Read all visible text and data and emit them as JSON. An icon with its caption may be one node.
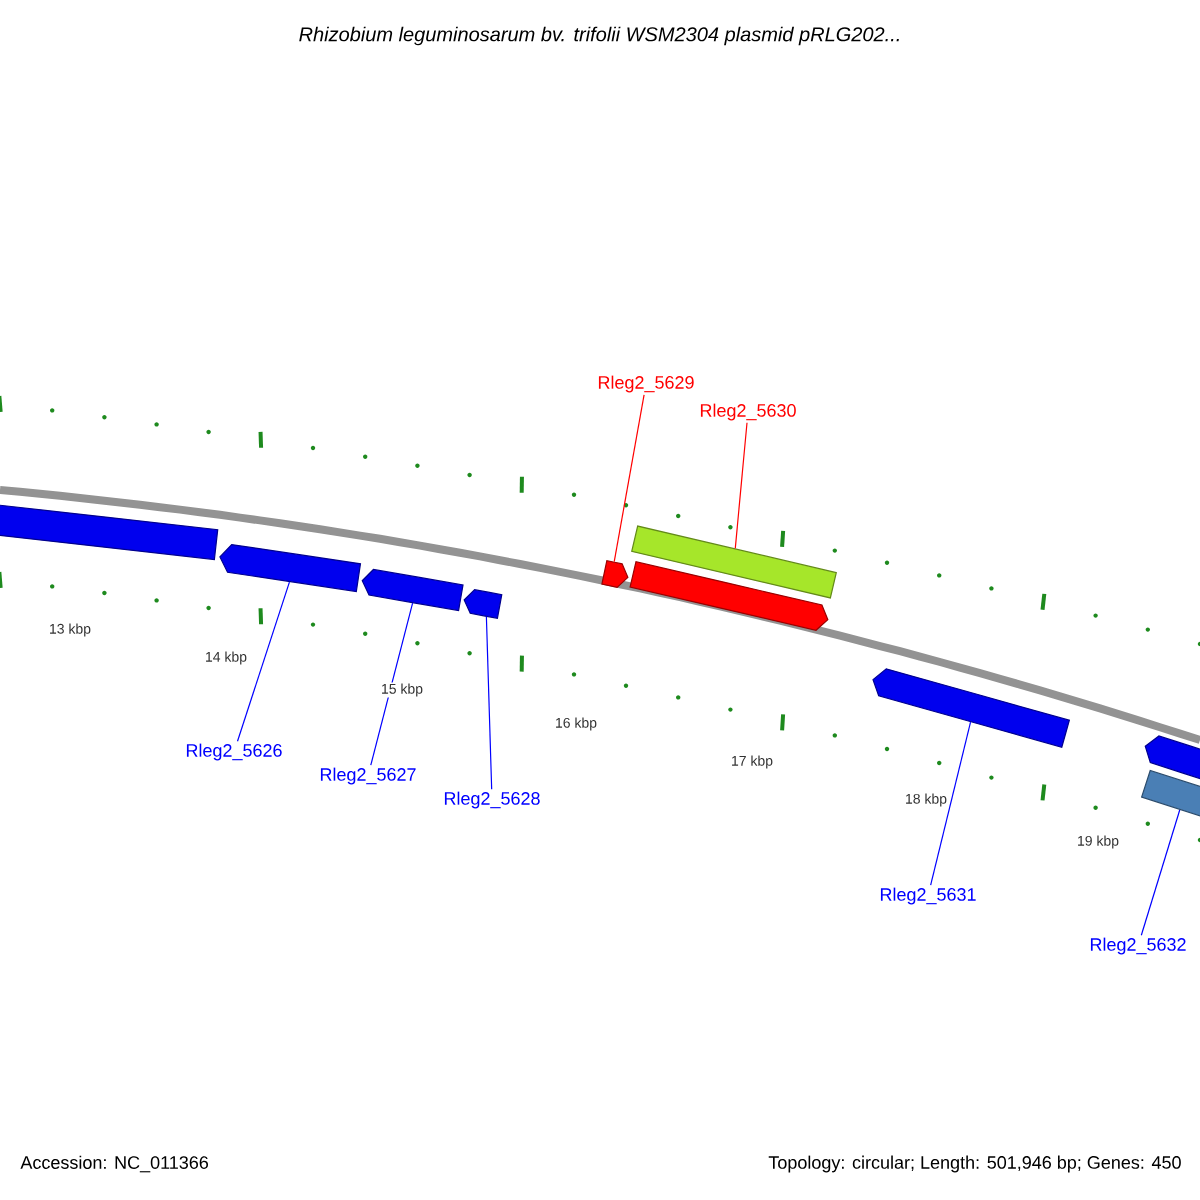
{
  "diagram": {
    "title": "Rhizobium leguminosarum bv. trifolii WSM2304 plasmid pRLG202...",
    "nodes": [
      {
        "text": [],
        "shape": "bar"
      },
      {
        "text": [],
        "shape": "bar"
      },
      {
        "text": [],
        "shape": "bar"
      },
      {
        "text": [],
        "shape": "bar"
      },
      {
        "text": [],
        "shape": "bar"
      },
      {
        "text": [],
        "shape": "bar"
      },
      {
        "text": [],
        "shape": "bar"
      },
      {
        "text": [],
        "shape": "bar"
      },
      {
        "text": [],
        "shape": "bar"
      },
      {
        "text": [],
        "shape": "bar"
      },
      {
        "text": [
          "Rleg2_5629"
        ]
      },
      {
        "text": [
          "Rleg2_5630"
        ]
      },
      {
        "text": [
          "Rleg2_5626"
        ]
      },
      {
        "text": [
          "Rleg2_5627"
        ]
      },
      {
        "text": [
          "Rleg2_5628"
        ]
      },
      {
        "text": [
          "Rleg2_5631"
        ]
      },
      {
        "text": [
          "Rleg2_5632"
        ]
      }
    ],
    "edges": [
      {
        "from": 10,
        "to": 4,
        "arrow": "none",
        "color": "#ff0000"
      },
      {
        "from": 11,
        "to": 6,
        "arrow": "none",
        "color": "#ff0000"
      },
      {
        "from": 12,
        "to": 1,
        "arrow": "none"
      },
      {
        "from": 13,
        "to": 2,
        "arrow": "none"
      },
      {
        "from": 14,
        "to": 3,
        "arrow": "none"
      },
      {
        "from": 15,
        "to": 7,
        "arrow": "none"
      },
      {
        "from": 16,
        "to": 9,
        "arrow": "none"
      }
    ],
    "labels": [
      "13 kbp",
      "14 kbp",
      "15 kbp",
      "16 kbp",
      "17 kbp",
      "18 kbp",
      "19 kbp",
      "Accession: NC_011366",
      "Topology: circular; Length: 501,946 bp; Genes: 450"
    ]
  }
}
